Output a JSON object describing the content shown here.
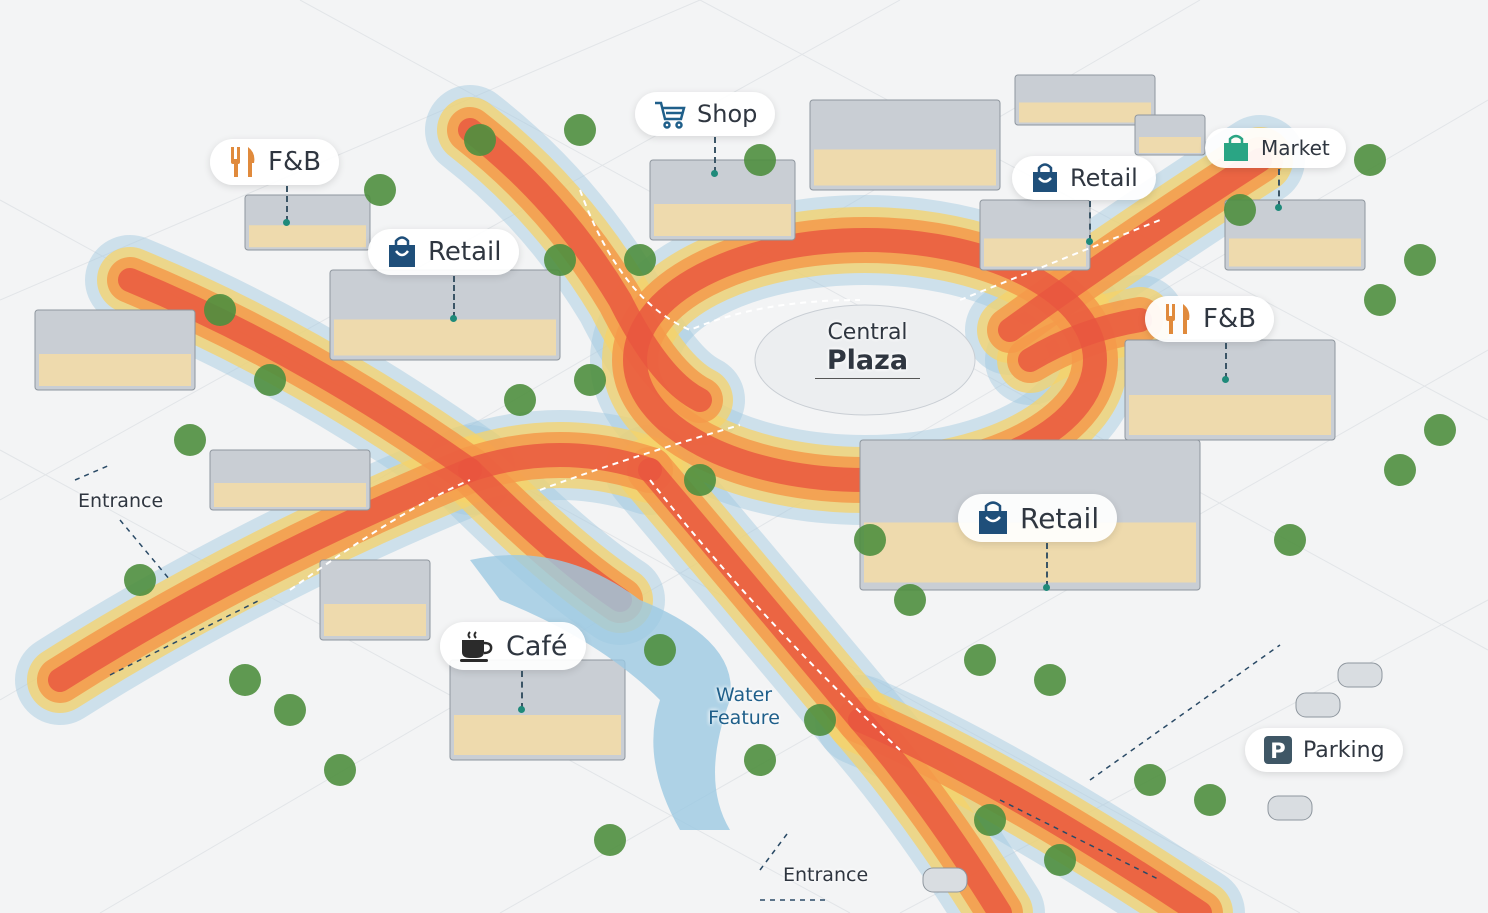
{
  "labels": {
    "fb_left": "F&B",
    "shop": "Shop",
    "retail_left": "Retail",
    "retail_top_right": "Retail",
    "market": "Market",
    "fb_right": "F&B",
    "central_plaza_line1": "Central",
    "central_plaza_line2": "Plaza",
    "retail_center": "Retail",
    "entrance_left": "Entrance",
    "cafe": "Café",
    "water_feature_line1": "Water",
    "water_feature_line2": "Feature",
    "parking": "Parking",
    "entrance_bottom": "Entrance"
  },
  "icons": {
    "fb": "fork-knife-icon",
    "shop": "shopping-cart-icon",
    "retail": "shopping-bag-icon",
    "market": "shopping-bag-icon",
    "cafe": "coffee-cup-icon",
    "parking": "parking-sign-icon"
  },
  "colors": {
    "heat_high": "#e8553f",
    "heat_mid": "#f59a4a",
    "heat_low": "#f6d36a",
    "heat_edge": "#9fc8e0",
    "fb_icon": "#e08a3c",
    "retail_icon": "#1f4f7a",
    "market_icon": "#2aa584",
    "parking_icon": "#3f5766",
    "building": "#c9ced4",
    "tree": "#4f8f3f"
  }
}
